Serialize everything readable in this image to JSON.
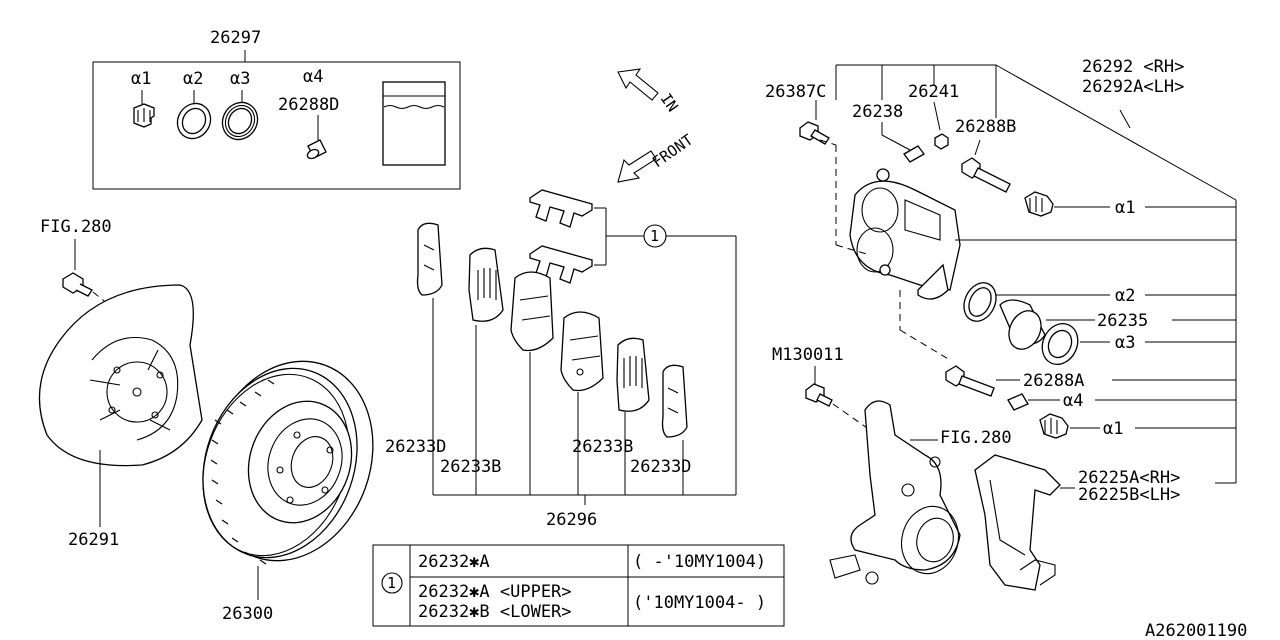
{
  "kit": {
    "number": "26297",
    "a1": "α1",
    "a2": "α2",
    "a3": "α3",
    "a4": "α4",
    "grease": "26288D"
  },
  "arrows": {
    "in": "IN",
    "front": "FRONT"
  },
  "left": {
    "fig": "FIG.280",
    "shield": "26291",
    "rotor": "26300"
  },
  "pads": {
    "circle": "1",
    "shim_d_left": "26233D",
    "shim_b_left": "26233B",
    "shim_b_right": "26233B",
    "shim_d_right": "26233D",
    "kit": "26296"
  },
  "caliper": {
    "assy_rh": "26292 <RH>",
    "assy_lh": "26292A<LH>",
    "bolt": "26387C",
    "bleeder": "26238",
    "cap": "26241",
    "guide_pin_b": "26288B",
    "a1_upper": "α1",
    "a2": "α2",
    "piston": "26235",
    "a3": "α3",
    "guide_pin_a": "26288A",
    "a4": "α4",
    "a1_lower": "α1",
    "knuckle_bolt": "M130011",
    "fig": "FIG.280",
    "bracket_rh": "26225A<RH>",
    "bracket_lh": "26225B<LH>"
  },
  "table": {
    "circle": "1",
    "rows": [
      {
        "part": "26232✱A",
        "range": "( -'10MY1004)"
      },
      {
        "part": "26232✱A <UPPER>",
        "range": "('10MY1004- )"
      },
      {
        "part": "26232✱B <LOWER>",
        "range": ""
      }
    ]
  },
  "footer": {
    "code": "A262001190"
  }
}
